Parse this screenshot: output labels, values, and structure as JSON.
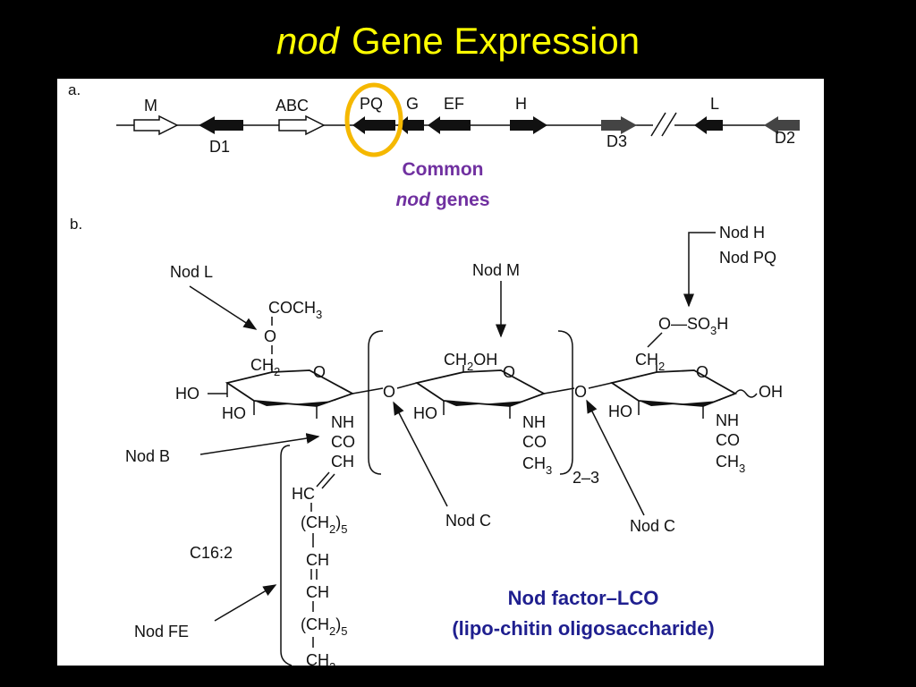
{
  "title": {
    "italic": "nod",
    "rest": "Gene Expression"
  },
  "panel_a": {
    "label": "a.",
    "genes_top": [
      "M",
      "ABC",
      "PQ",
      "G",
      "EF",
      "H",
      "L"
    ],
    "genes_bottom": [
      "D1",
      "D3",
      "D2"
    ],
    "highlight_caption_line1": "Common",
    "highlight_caption_italic": "nod",
    "highlight_caption_rest": "genes"
  },
  "panel_b": {
    "label": "b.",
    "enzymes": {
      "nod_l": "Nod L",
      "nod_m": "Nod M",
      "nod_h": "Nod H",
      "nod_pq": "Nod PQ",
      "nod_b": "Nod B",
      "nod_c_left": "Nod C",
      "nod_c_right": "Nod C",
      "nod_fe": "Nod FE"
    },
    "chem": {
      "acetyl": "COCH",
      "acetyl_sub": "3",
      "o": "O",
      "ch2": "CH",
      "ch2_sub": "2",
      "ho": "HO",
      "oh": "OH",
      "nh": "NH",
      "co": "CO",
      "ch3": "CH",
      "ch3_sub": "3",
      "ch2oh_a": "CH",
      "ch2oh_sub": "2",
      "ch2oh_b": "OH",
      "sulfo_a": "O—SO",
      "sulfo_sub": "3",
      "sulfo_b": "H",
      "ch": "CH",
      "hc": "HC",
      "ch2_5_a": "(CH",
      "ch2_5_sub1": "2",
      "ch2_5_b": ")",
      "ch2_5_sub2": "5",
      "repeat": "2–3",
      "chain_label": "C16:2"
    },
    "caption_line1": "Nod factor–LCO",
    "caption_line2": "(lipo-chitin oligosaccharide)"
  },
  "colors": {
    "title": "#ffff00",
    "highlight": "#f5b800",
    "caption_purple": "#7030a0",
    "caption_blue": "#1f1f8f"
  }
}
